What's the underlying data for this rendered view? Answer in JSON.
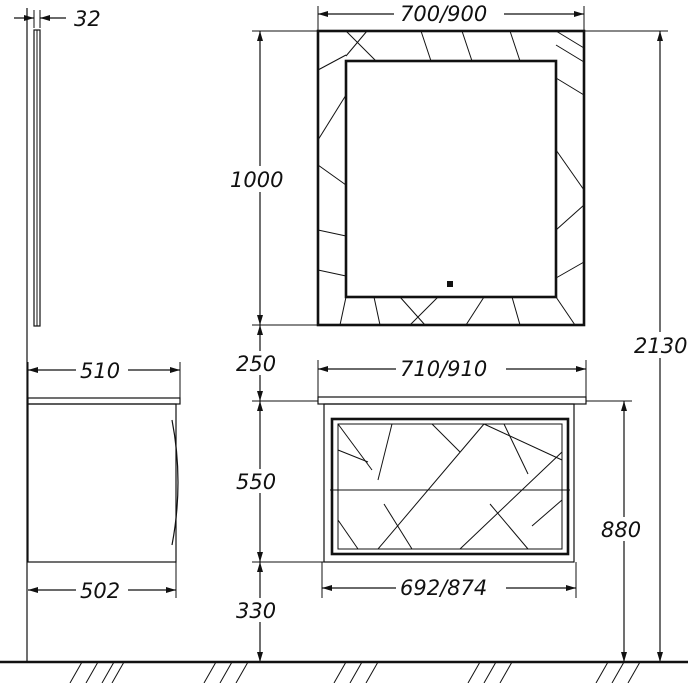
{
  "mirror": {
    "width_label": "700/900",
    "height_label": "1000",
    "depth_label": "32"
  },
  "cabinet": {
    "top_width_label": "710/910",
    "bottom_width_label": "692/874",
    "height_label": "880",
    "front_height_label": "550",
    "side_top_depth_label": "510",
    "side_bottom_depth_label": "502"
  },
  "gaps": {
    "mirror_to_cabinet_label": "250",
    "floor_to_cabinet_label": "330",
    "total_height_label": "2130"
  }
}
